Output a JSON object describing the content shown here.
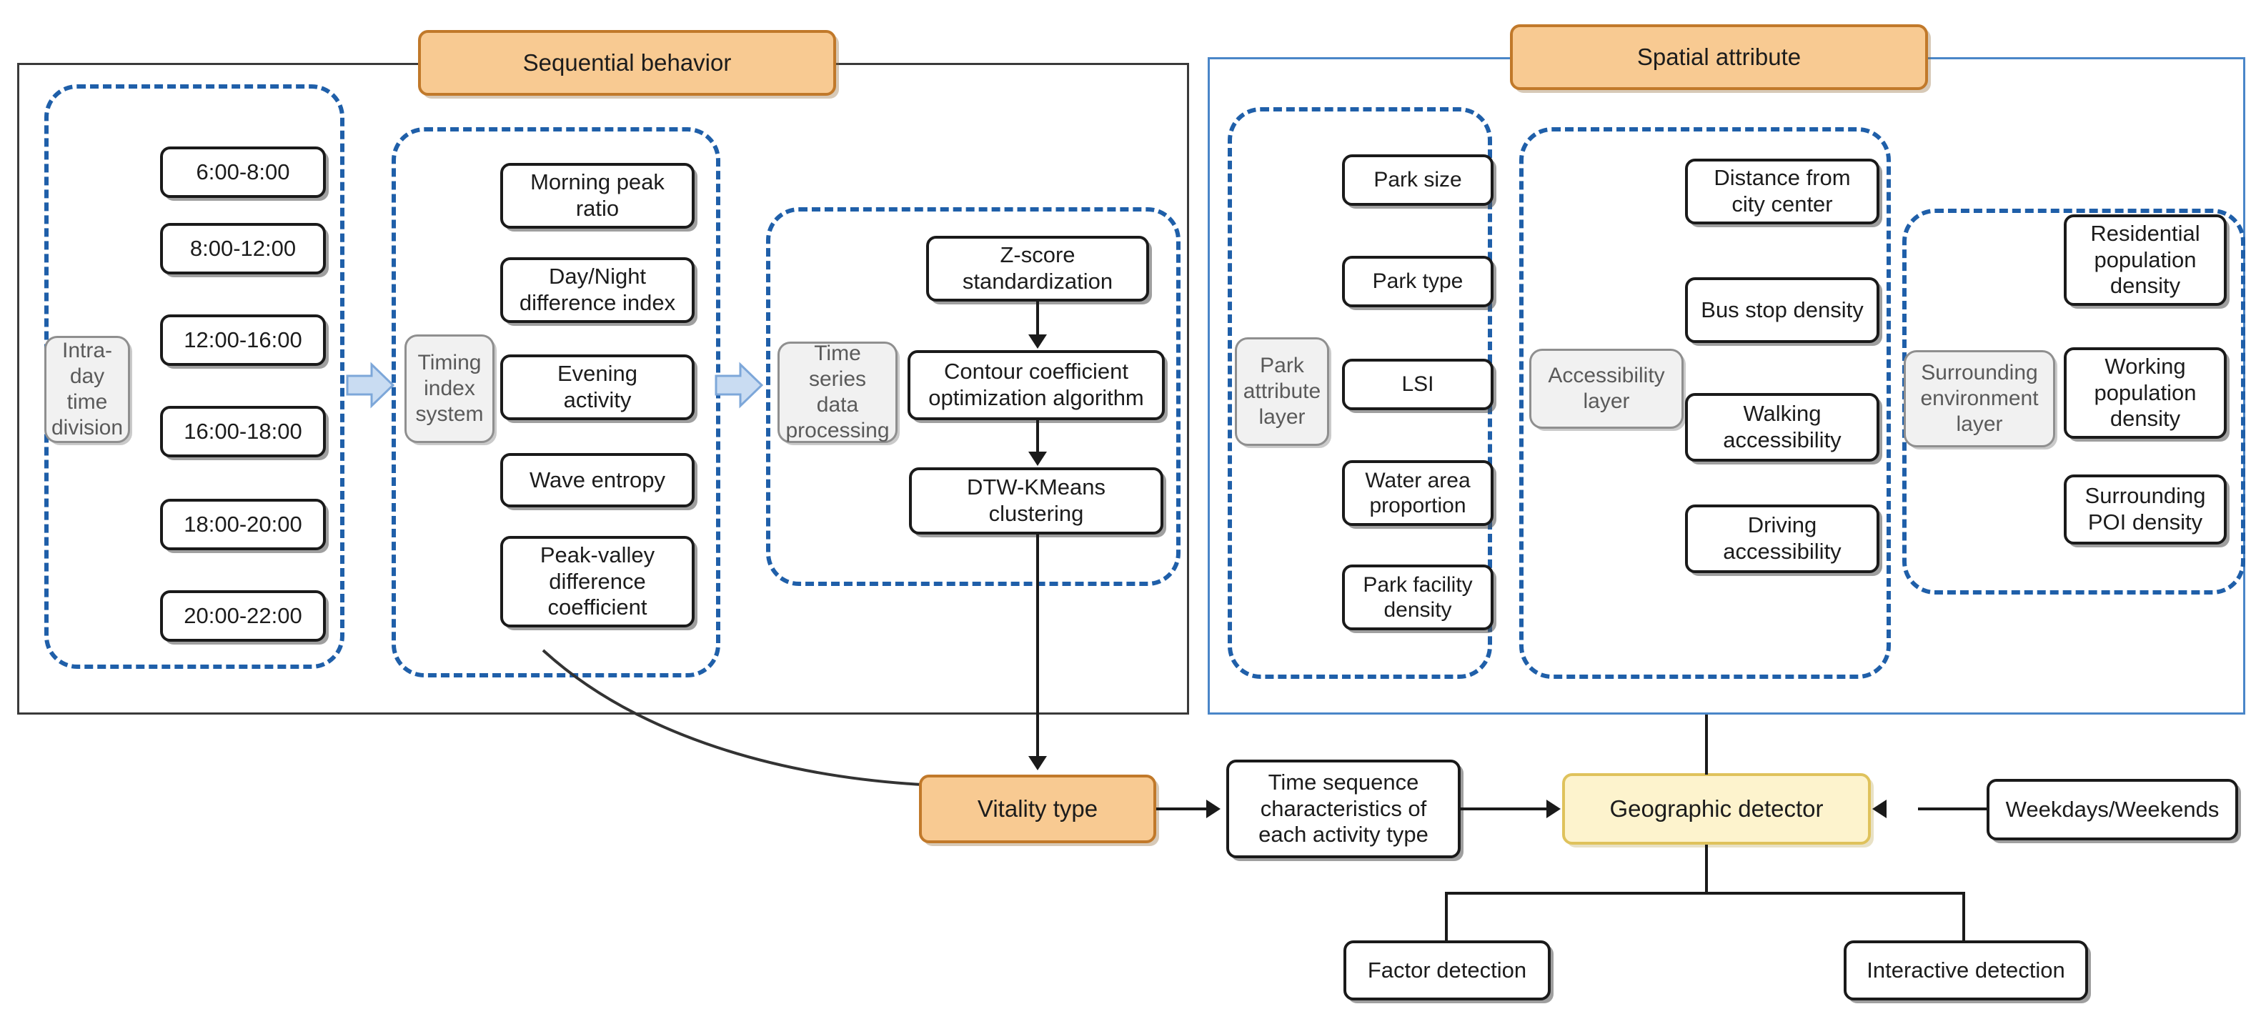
{
  "banners": {
    "sequential_behavior": "Sequential behavior",
    "spatial_attribute": "Spatial attribute"
  },
  "sequential_behavior": {
    "time_division": {
      "layer_label": "Intra-day\ntime\ndivision",
      "items": [
        "6:00-8:00",
        "8:00-12:00",
        "12:00-16:00",
        "16:00-18:00",
        "18:00-20:00",
        "20:00-22:00"
      ]
    },
    "timing_index": {
      "layer_label": "Timing\nindex\nsystem",
      "items": [
        "Morning peak\nratio",
        "Day/Night\ndifference index",
        "Evening\nactivity",
        "Wave entropy",
        "Peak-valley\ndifference\ncoefficient"
      ]
    },
    "time_series": {
      "layer_label": "Time series\ndata\nprocessing",
      "items": [
        "Z-score\nstandardization",
        "Contour coefficient\noptimization algorithm",
        "DTW-KMeans\nclustering"
      ]
    }
  },
  "spatial_attribute": {
    "park_attribute": {
      "layer_label": "Park\nattribute\nlayer",
      "items": [
        "Park size",
        "Park type",
        "LSI",
        "Water area\nproportion",
        "Park facility\ndensity"
      ]
    },
    "accessibility": {
      "layer_label": "Accessibility\nlayer",
      "items": [
        "Distance from\ncity center",
        "Bus stop density",
        "Walking\naccessibility",
        "Driving\naccessibility"
      ]
    },
    "surrounding_environment": {
      "layer_label": "Surrounding\nenvironment\nlayer",
      "items": [
        "Residential\npopulation\ndensity",
        "Working\npopulation\ndensity",
        "Surrounding\nPOI density"
      ]
    }
  },
  "bottom_flow": {
    "vitality_type": "Vitality type",
    "time_sequence_characteristics": "Time sequence\ncharacteristics of\neach activity type",
    "geographic_detector": "Geographic detector",
    "weekdays_weekends": "Weekdays/Weekends",
    "factor_detection": "Factor detection",
    "interactive_detection": "Interactive detection"
  },
  "colors": {
    "banner_fill": "#f8ca92",
    "banner_border": "#c1792a",
    "yellow_fill": "#fdf3cd",
    "yellow_border": "#dfc25c",
    "dashed_group": "#1f5fa9",
    "panel_blue": "#4a86c8",
    "panel_dark": "#3a3a3a",
    "block_arrow": "#c9dcf2",
    "node_border": "#1a1a1a"
  },
  "icons": {
    "flow_arrow_right": "block-arrow-right-icon",
    "connector_arrow_down": "arrow-down-icon",
    "connector_arrow_right": "arrow-right-icon",
    "connector_arrow_left": "arrow-left-icon"
  }
}
